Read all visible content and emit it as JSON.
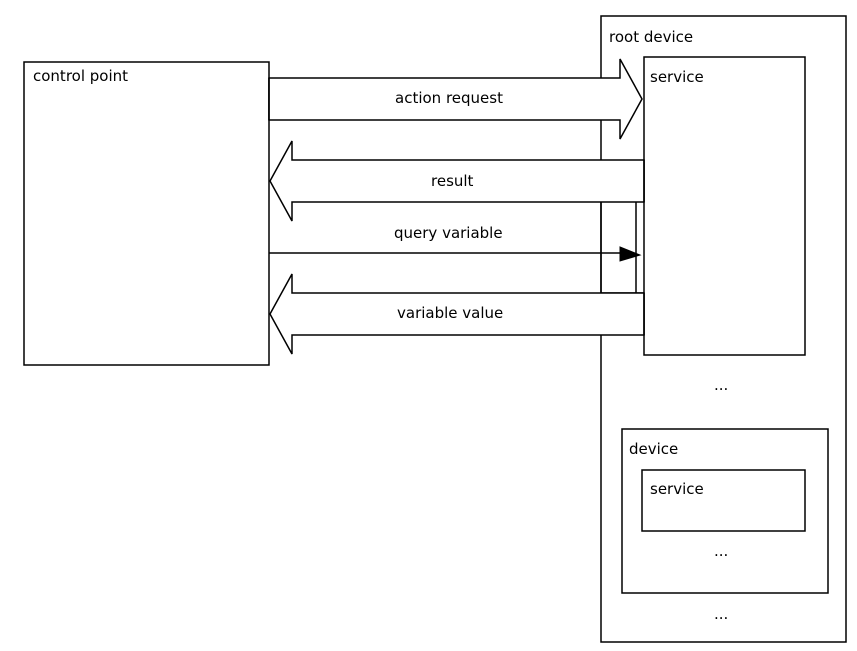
{
  "diagram": {
    "control_point": {
      "label": "control point"
    },
    "root_device": {
      "label": "root device"
    },
    "root_service": {
      "label": "service"
    },
    "root_ellipsis": "...",
    "embedded_device": {
      "label": "device"
    },
    "embedded_service": {
      "label": "service"
    },
    "embedded_ellipsis": "...",
    "bottom_ellipsis": "...",
    "arrows": {
      "action_request": "action request",
      "result": "result",
      "query_variable": "query variable",
      "variable_value": "variable value"
    }
  }
}
